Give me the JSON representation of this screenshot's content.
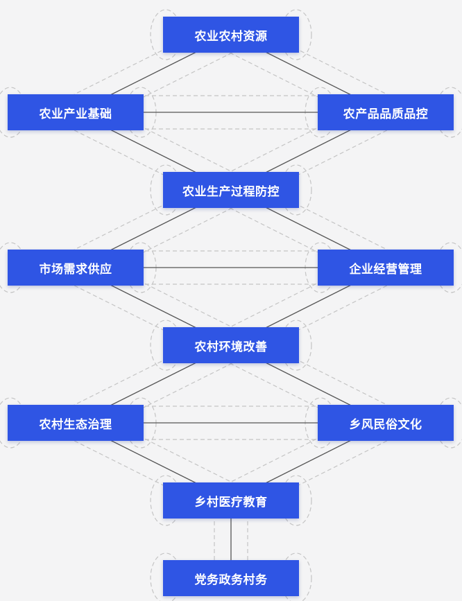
{
  "nodes": [
    {
      "id": "n1",
      "label": "农业农村资源"
    },
    {
      "id": "n2",
      "label": "农业产业基础"
    },
    {
      "id": "n3",
      "label": "农产品品质品控"
    },
    {
      "id": "n4",
      "label": "农业生产过程防控"
    },
    {
      "id": "n5",
      "label": "市场需求供应"
    },
    {
      "id": "n6",
      "label": "企业经营管理"
    },
    {
      "id": "n7",
      "label": "农村环境改善"
    },
    {
      "id": "n8",
      "label": "农村生态治理"
    },
    {
      "id": "n9",
      "label": "乡风民俗文化"
    },
    {
      "id": "n10",
      "label": "乡村医疗教育"
    },
    {
      "id": "n11",
      "label": "党务政务村务"
    }
  ],
  "edges": [
    [
      "n1",
      "n2"
    ],
    [
      "n1",
      "n3"
    ],
    [
      "n2",
      "n3"
    ],
    [
      "n2",
      "n4"
    ],
    [
      "n3",
      "n4"
    ],
    [
      "n4",
      "n5"
    ],
    [
      "n4",
      "n6"
    ],
    [
      "n5",
      "n6"
    ],
    [
      "n5",
      "n7"
    ],
    [
      "n6",
      "n7"
    ],
    [
      "n7",
      "n8"
    ],
    [
      "n7",
      "n9"
    ],
    [
      "n8",
      "n9"
    ],
    [
      "n8",
      "n10"
    ],
    [
      "n9",
      "n10"
    ],
    [
      "n10",
      "n11"
    ]
  ],
  "colors": {
    "node_fill": "#2f55e4",
    "node_text": "#ffffff",
    "edge": "#555555",
    "dashed_decoration": "#c4c4c4",
    "background": "#f4f4f5"
  }
}
